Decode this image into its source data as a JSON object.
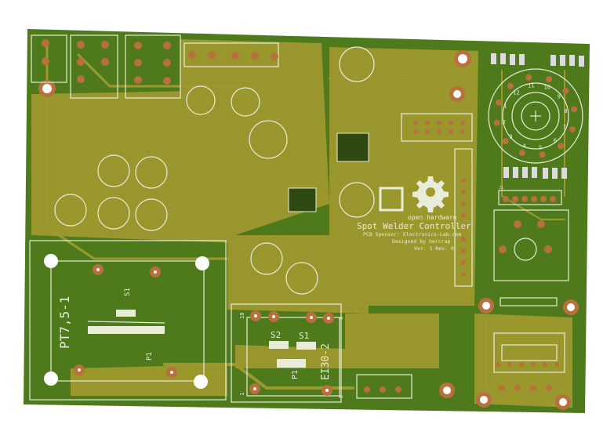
{
  "board": {
    "title": "Spot Welder Controller",
    "sponsor": "PCB Sponsor: Electronics-Lab.com",
    "designer": "Designed by hercrap",
    "version": "Ver. 1 Rev. 0",
    "oshw_label": "open hardware",
    "colors": {
      "solder_mask": "#4e7a1c",
      "copper_under_mask": "#a39a30",
      "pad_copper": "#b8703c",
      "silkscreen": "#e8ecd8"
    }
  },
  "transformer_big": {
    "label": "PT7,5-1",
    "switch_label": "S1",
    "primary_label": "P1"
  },
  "transformer_small": {
    "label": "EI30-2",
    "s1_label": "S1",
    "s2_label": "S2",
    "primary_label": "P1",
    "pin_labels": [
      "10",
      "6",
      "1",
      "5"
    ]
  },
  "rotary_switch": {
    "positions": [
      "1",
      "2",
      "3",
      "4",
      "5",
      "6",
      "7",
      "8",
      "9",
      "10",
      "11",
      "12"
    ]
  },
  "header_label": "J1"
}
